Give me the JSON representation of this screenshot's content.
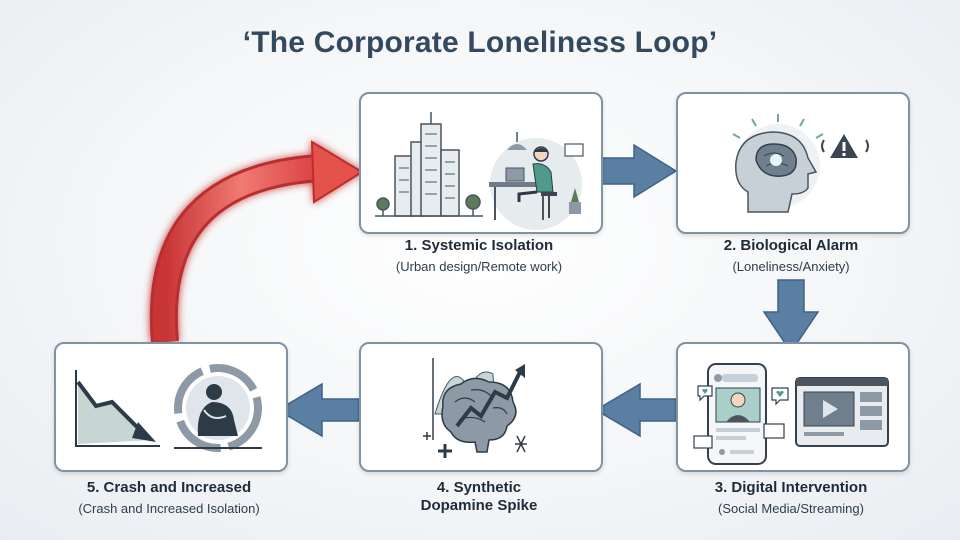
{
  "title": "‘The Corporate Loneliness Loop’",
  "steps": [
    {
      "label": "1. Systemic Isolation",
      "sub": "(Urban design/Remote work)"
    },
    {
      "label": "2. Biological Alarm",
      "sub": "(Loneliness/Anxiety)"
    },
    {
      "label": "3. Digital Intervention",
      "sub": "(Social Media/Streaming)"
    },
    {
      "label_line1": "4. Synthetic",
      "label_line2": "Dopamine Spike"
    },
    {
      "label": "5. Crash and Increased",
      "sub": "(Crash and Increased Isolation)"
    }
  ],
  "colors": {
    "flow_arrow": "#5a7fa3",
    "loop_arrow": "#e04a4a",
    "card_border": "#7f93a5"
  }
}
